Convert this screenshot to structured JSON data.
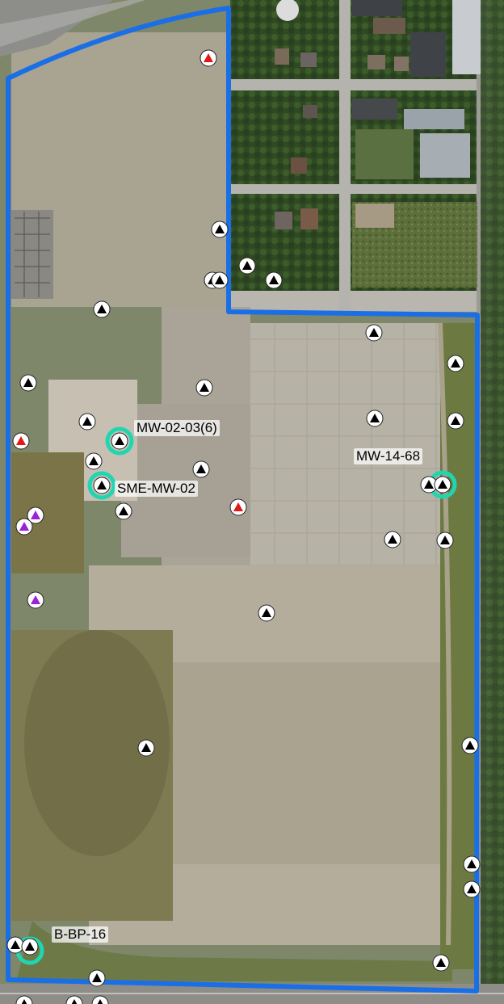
{
  "map": {
    "labels": {
      "well_mw_02_03": "MW-02-03(6)",
      "well_mw_14_68": "MW-14-68",
      "well_sme_mw_02": "SME-MW-02",
      "well_b_bp_16": "B-BP-16"
    },
    "colors": {
      "site_boundary": "#1a6fe6",
      "highlight_ring": "#1fd6b0",
      "marker_black": "#000000",
      "marker_red": "#e01818",
      "marker_purple": "#9b22d6",
      "marker_fill": "#ffffff"
    },
    "legend_categories": [
      {
        "key": "black",
        "symbol": "black-triangle-marker"
      },
      {
        "key": "red",
        "symbol": "red-triangle-marker"
      },
      {
        "key": "purple",
        "symbol": "purple-triangle-marker"
      }
    ],
    "highlighted_wells": [
      "MW-02-03(6)",
      "MW-14-68",
      "SME-MW-02",
      "B-BP-16"
    ]
  }
}
